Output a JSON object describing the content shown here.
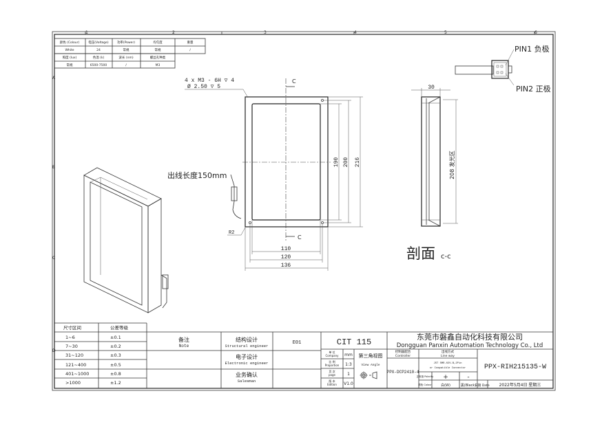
{
  "zones": {
    "top": [
      "1",
      "2",
      "3",
      "4",
      "5",
      "6"
    ],
    "left": [
      "A",
      "B",
      "C",
      "D"
    ]
  },
  "spec_table": {
    "header1": [
      "颜色 (Colour)",
      "电压(Voltage)",
      "功率(Power)",
      "均匀度",
      "重量"
    ],
    "row1": [
      "White",
      "24",
      "常规",
      "常规",
      "/"
    ],
    "header2": [
      "照度 (lux)",
      "色温 (k)",
      "波长 (nm)",
      "螺丝孔种类"
    ],
    "row2": [
      "常规",
      "6500-7500",
      "/",
      "M3"
    ]
  },
  "front_view": {
    "hole_note_1": "4 x  M3 - 6H ▽ 4",
    "hole_note_2": "Ø 2.50 ▽ 5",
    "section_mark": "C",
    "cable_note": "出线长度150mm",
    "radius": "R2",
    "dims": {
      "w_inner": "110",
      "w_holes": "120",
      "w_outer": "136",
      "h_inner": "190",
      "h_holes": "200",
      "h_outer": "216"
    }
  },
  "section_view": {
    "width_dim": "30",
    "emit_dim": "208 发光区",
    "title": "剖面",
    "title_suffix": "c-c"
  },
  "connector": {
    "pin1": "PIN1 负极",
    "pin2": "PIN2 正极"
  },
  "tolerance_table": {
    "headers": [
      "尺寸区间",
      "公差等级"
    ],
    "rows": [
      [
        "1~6",
        "±0.1"
      ],
      [
        "7~30",
        "±0.2"
      ],
      [
        "31~120",
        "±0.3"
      ],
      [
        "121~400",
        "±0.5"
      ],
      [
        "401~1000",
        "±0.8"
      ],
      [
        ">1000",
        "±1.2"
      ]
    ]
  },
  "title_block": {
    "note_cn": "备注",
    "note_en": "Note",
    "structural_cn": "结构设计",
    "structural_en": "Structural engineer",
    "structural_value": "E01",
    "electronic_cn": "电子设计",
    "electronic_en": "Electronic engineer",
    "sales_cn": "业务确认",
    "sales_en": "Salesman",
    "product": "CIT 115",
    "company_cn": "东莞市磐鑫自动化科技有限公司",
    "company_en": "Dongguan Panxin Automation Technology Co., Ltd",
    "unit_label_cn": "单 位",
    "unit_label_en": "Company",
    "unit_value": "mm",
    "scale_label_cn": "比 例",
    "scale_label_en": "Proportion",
    "scale_value": "1:3",
    "page_label_cn": "页 次",
    "page_label_en": "page",
    "page_value": "1",
    "edition_label_cn": "版 本",
    "edition_label_en": "Edition",
    "edition_value": "V1.0",
    "projection_cn": "第三角视图",
    "projection_en": "View Angle",
    "controller_cn": "控制器配合",
    "controller_en": "Controller",
    "controller_value": "PPX-DCP2410-4",
    "lineway_cn": "出线方式",
    "lineway_en": "Line way",
    "lineway_value_1": "JST SMR-02V-B,2Pin",
    "lineway_value_2": "or Compatible Connector",
    "polarity_label": "正负极 Polarity",
    "polarity_pos": "+",
    "polarity_neg": "-",
    "colour_label": "颜色 Colour",
    "colour_pos": "白(W)",
    "colour_neg": "黑(Black)",
    "part_number": "PPX-RIH215135-W",
    "date_label": "日期 Date",
    "date_value": "2022年5月4日 星期三"
  }
}
